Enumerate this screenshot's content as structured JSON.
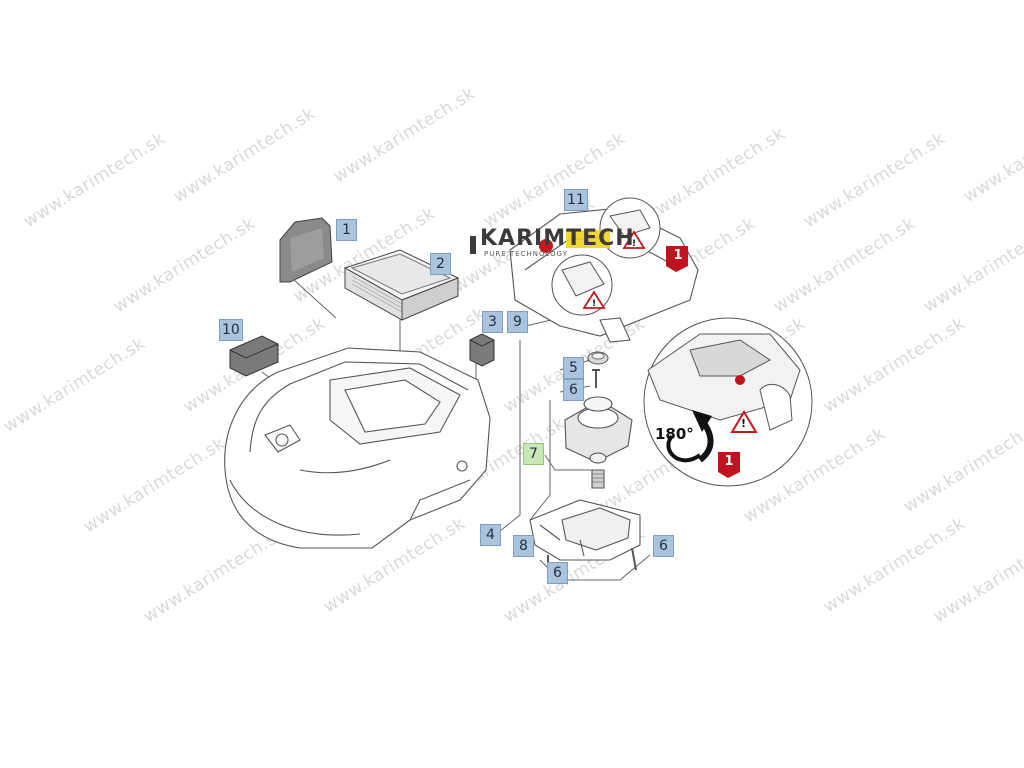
{
  "watermark": {
    "text": "www.karimtech.sk",
    "color": "#d9d9d9"
  },
  "logo": {
    "main": "KARIMTECH",
    "sub": "PURE TECHNOLOGY",
    "accent_color": "#f3d21b",
    "dot_color": "#c61a1a"
  },
  "rotation_label": "180°",
  "step_number": "1",
  "step_color": "#c0121f",
  "warning_icon": "warning-triangle-icon",
  "part_labels": [
    {
      "text": "1",
      "style": "blue"
    },
    {
      "text": "2",
      "style": "blue"
    },
    {
      "text": "3",
      "style": "blue"
    },
    {
      "text": "9",
      "style": "blue"
    },
    {
      "text": "10",
      "style": "blue"
    },
    {
      "text": "11",
      "style": "blue"
    },
    {
      "text": "5",
      "style": "blue"
    },
    {
      "text": "6",
      "style": "blue"
    },
    {
      "text": "7",
      "style": "green"
    },
    {
      "text": "4",
      "style": "blue"
    },
    {
      "text": "8",
      "style": "blue"
    },
    {
      "text": "6",
      "style": "blue"
    },
    {
      "text": "6",
      "style": "blue"
    }
  ]
}
